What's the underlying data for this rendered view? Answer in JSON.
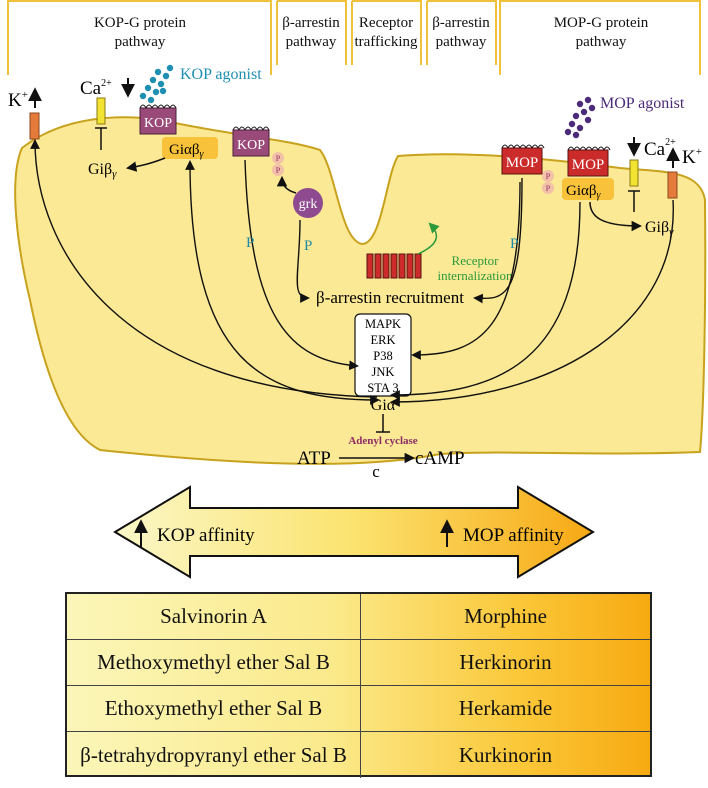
{
  "headers": {
    "kop_g": [
      "KOP-G protein",
      "pathway"
    ],
    "arrestin_left": [
      "β-arrestin",
      "pathway"
    ],
    "trafficking": [
      "Receptor",
      "trafficking"
    ],
    "arrestin_right": [
      "β-arrestin",
      "pathway"
    ],
    "mop_g": [
      "MOP-G protein",
      "pathway"
    ]
  },
  "diagram": {
    "k_plus": "K",
    "plus_sup": "+",
    "ca": "Ca",
    "ca_sup": "2+",
    "kop_agonist": "KOP agonist",
    "mop_agonist": "MOP agonist",
    "kop": "KOP",
    "mop": "MOP",
    "gi_abg": "Giαβ",
    "gi_bg": "Giβ",
    "gamma": "γ",
    "grk": "grk",
    "p": "P",
    "receptor_internalization": [
      "Receptor",
      "internalization"
    ],
    "arrestin_recruitment": "β-arrestin recruitment",
    "kinases": [
      "MAPK",
      "ERK",
      "P38",
      "JNK",
      "STA 3"
    ],
    "gi_alpha": "Giα",
    "adenyl_cyclase": "Adenyl cyclase",
    "atp": "ATP",
    "c": "c",
    "camp": "cAMP"
  },
  "affinity_arrow": {
    "kop_affinity": "KOP affinity",
    "mop_affinity": "MOP affinity"
  },
  "table": {
    "rows": [
      [
        "Salvinorin A",
        "Morphine"
      ],
      [
        "Methoxymethyl ether Sal B",
        "Herkinorin"
      ],
      [
        "Ethoxymethyl ether Sal B",
        "Herkamide"
      ],
      [
        "β-tetrahydropyranyl ether Sal B",
        "Kurkinorin"
      ]
    ]
  },
  "colors": {
    "cell": "#fbe995",
    "cell_stroke": "#c8a21d",
    "kop_receptor": "#9a4a78",
    "mop_receptor": "#cc2b2b",
    "agonist_kop": "#1e8fb1",
    "agonist_mop": "#4b2b79",
    "grk": "#8e4b8f",
    "g_protein": "#f8c23a",
    "ion_channel_k": "#e47b3a",
    "ion_channel_ca": "#f2e232",
    "green": "#2c9a3a",
    "blue_p": "#1f8aa8",
    "purple_text": "#8e2a64"
  }
}
